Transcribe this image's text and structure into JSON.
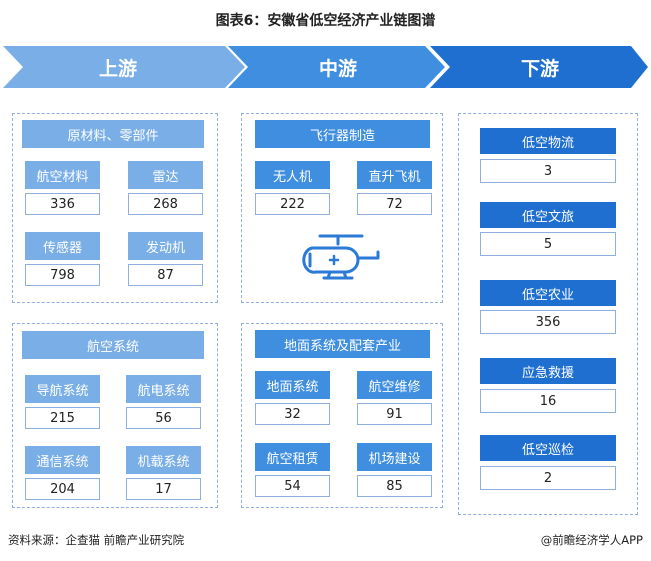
{
  "title": "图表6：安徽省低空经济产业链图谱",
  "stages": {
    "upstream": "上游",
    "midstream": "中游",
    "downstream": "下游"
  },
  "upstream": {
    "materials": {
      "header": "原材料、零部件",
      "items": [
        {
          "label": "航空材料",
          "value": "336"
        },
        {
          "label": "雷达",
          "value": "268"
        },
        {
          "label": "传感器",
          "value": "798"
        },
        {
          "label": "发动机",
          "value": "87"
        }
      ]
    },
    "avionics": {
      "header": "航空系统",
      "items": [
        {
          "label": "导航系统",
          "value": "215"
        },
        {
          "label": "航电系统",
          "value": "56"
        },
        {
          "label": "通信系统",
          "value": "204"
        },
        {
          "label": "机载系统",
          "value": "17"
        }
      ]
    }
  },
  "midstream": {
    "aircraft": {
      "header": "飞行器制造",
      "items": [
        {
          "label": "无人机",
          "value": "222"
        },
        {
          "label": "直升飞机",
          "value": "72"
        }
      ],
      "icon": "helicopter-icon"
    },
    "ground": {
      "header": "地面系统及配套产业",
      "items": [
        {
          "label": "地面系统",
          "value": "32"
        },
        {
          "label": "航空维修",
          "value": "91"
        },
        {
          "label": "航空租赁",
          "value": "54"
        },
        {
          "label": "机场建设",
          "value": "85"
        }
      ]
    }
  },
  "downstream": {
    "items": [
      {
        "label": "低空物流",
        "value": "3"
      },
      {
        "label": "低空文旅",
        "value": "5"
      },
      {
        "label": "低空农业",
        "value": "356"
      },
      {
        "label": "应急救援",
        "value": "16"
      },
      {
        "label": "低空巡检",
        "value": "2"
      }
    ]
  },
  "footer": {
    "source": "资料来源：企查猫 前瞻产业研究院",
    "brand": "@前瞻经济学人APP"
  },
  "colors": {
    "light": "#7aaee6",
    "mid": "#3f8ee0",
    "dark": "#1e6fd0",
    "border": "#8fb0de"
  }
}
